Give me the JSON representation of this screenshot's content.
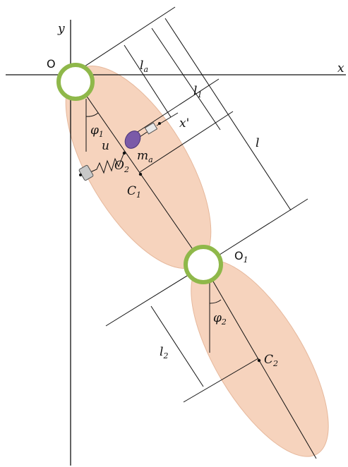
{
  "axes": {
    "x_label": "x",
    "y_label": "y",
    "origin_label": "O"
  },
  "points": {
    "o1": {
      "main": "O",
      "sub": "1"
    },
    "o2": {
      "main": "O",
      "sub": "2"
    },
    "c1": {
      "main": "C",
      "sub": "1"
    },
    "c2": {
      "main": "C",
      "sub": "2"
    }
  },
  "angles": {
    "phi1": {
      "main": "φ",
      "sub": "1"
    },
    "phi2": {
      "main": "φ",
      "sub": "2"
    }
  },
  "dimensions": {
    "l_total": "l",
    "l_a": {
      "main": "l",
      "sub": "a"
    },
    "l_1": {
      "main": "l",
      "sub": "1"
    },
    "l_2": {
      "main": "l",
      "sub": "2"
    }
  },
  "absorber": {
    "mass": {
      "main": "m",
      "sub": "a"
    },
    "displacement": "u",
    "local_axis": "x'"
  },
  "colors": {
    "link_fill": "#f6d3bd",
    "joint_ring": "#8fb84a",
    "mass_fill": "#7a5aa8",
    "line": "#111111"
  }
}
